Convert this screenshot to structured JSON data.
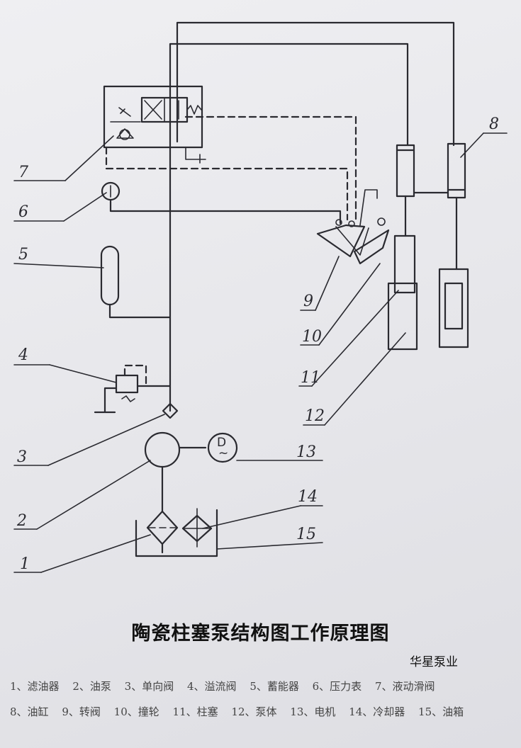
{
  "diagram": {
    "callouts": [
      "1",
      "2",
      "3",
      "4",
      "5",
      "6",
      "7",
      "8",
      "9",
      "10",
      "11",
      "12",
      "13",
      "14",
      "15"
    ],
    "motor_symbol": "D",
    "motor_symbol_sub": "~"
  },
  "title": "陶瓷柱塞泵结构图工作原理图",
  "brand": "华星泵业",
  "legend": {
    "row1": [
      "1、滤油器",
      "2、油泵",
      "3、单向阀",
      "4、溢流阀",
      "5、蓄能器",
      "6、压力表",
      "7、液动滑阀"
    ],
    "row2": [
      "8、油缸",
      "9、转阀",
      "10、撞轮",
      "11、柱塞",
      "12、泵体",
      "13、电机",
      "14、冷却器",
      "15、油箱"
    ]
  }
}
